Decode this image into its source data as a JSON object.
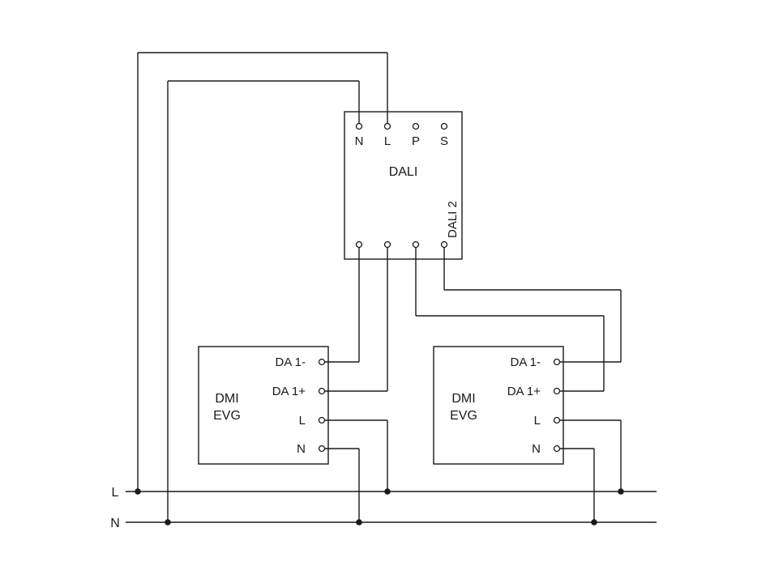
{
  "diagram": {
    "colors": {
      "line": "#1a1a1a",
      "background": "#ffffff"
    },
    "dali_unit": {
      "label": "DALI",
      "port_label": "DALI 2",
      "top_terminals": [
        "N",
        "L",
        "P",
        "S"
      ]
    },
    "ballast_left": {
      "name_line1": "DMI",
      "name_line2": "EVG",
      "terminals": [
        "DA 1-",
        "DA 1+",
        "L",
        "N"
      ]
    },
    "ballast_right": {
      "name_line1": "DMI",
      "name_line2": "EVG",
      "terminals": [
        "DA 1-",
        "DA 1+",
        "L",
        "N"
      ]
    },
    "mains": {
      "line_label": "L",
      "neutral_label": "N"
    }
  }
}
